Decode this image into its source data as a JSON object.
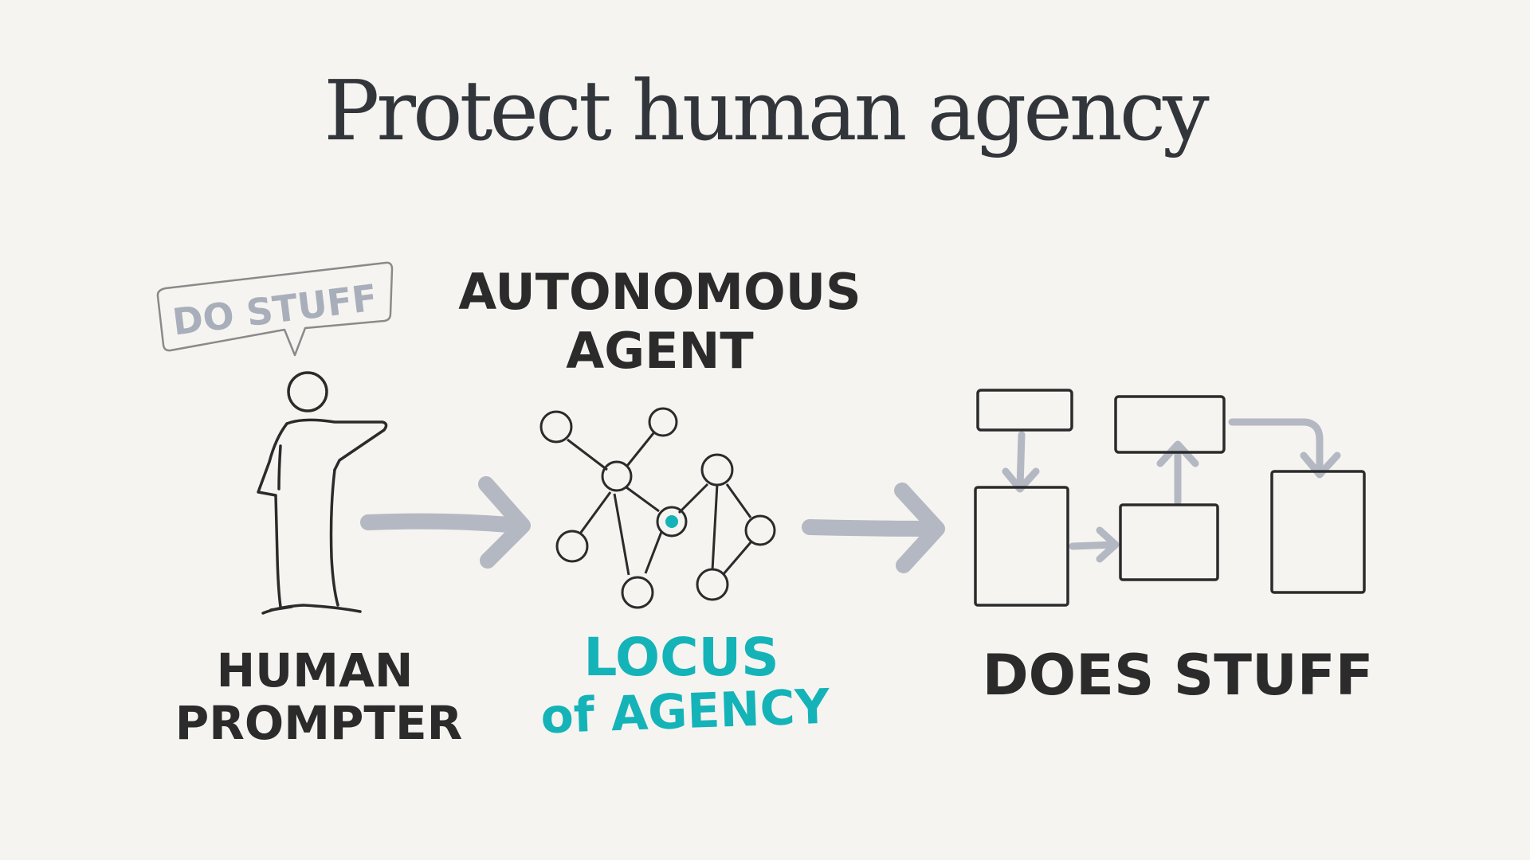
{
  "slide": {
    "title": "Protect human agency"
  },
  "human": {
    "speech_bubble": "DO STUFF",
    "label_line1": "HUMAN",
    "label_line2": "PROMPTER"
  },
  "agent": {
    "label_line1": "AUTONOMOUS",
    "label_line2": "AGENT",
    "locus_line1": "LOCUS",
    "locus_line2": "of AGENCY"
  },
  "outcome": {
    "label": "DOES STUFF"
  },
  "colors": {
    "background": "#f5f4f1",
    "ink": "#2b2b2b",
    "arrow_gray": "#b4b8c2",
    "bubble_text": "#a9aebb",
    "accent_teal": "#14b3b8"
  },
  "icons": [
    "person-figure",
    "speech-bubble",
    "network-graph",
    "flow-boxes",
    "arrow-right"
  ]
}
